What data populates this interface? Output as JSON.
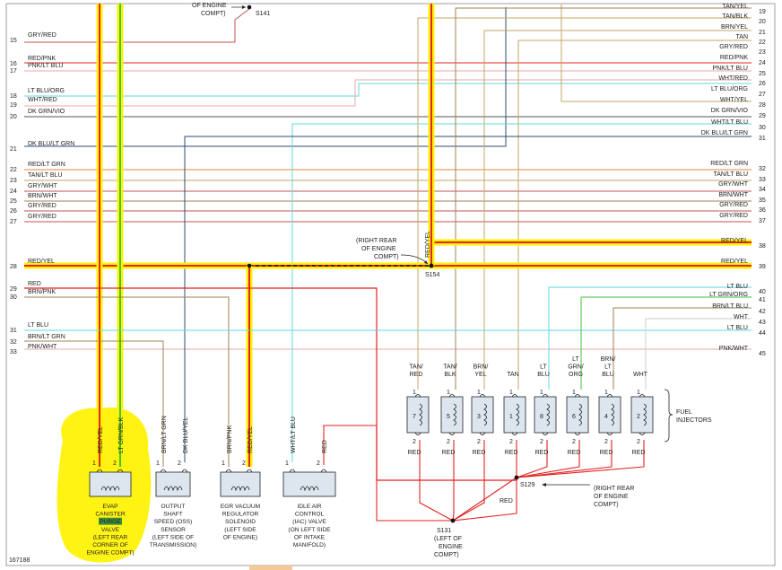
{
  "figure_id": "167188",
  "colors": {
    "RED": "#e32222",
    "YEL": "#f7e400",
    "GRN": "#3cc63c",
    "GRY": "#c05555",
    "BLK": "#1a1a1a",
    "PNK": "#e7a8a8",
    "LTBLU": "#5fd8e6",
    "ORG": "#e68a3a",
    "BRN": "#a08255",
    "TAN": "#c2a766",
    "WHT": "#cccccc",
    "VIO": "#555555",
    "DKBLU": "#2c4c6e",
    "highlight": "#fff200",
    "background": "#ffffff"
  },
  "left_wires": [
    {
      "num": "15",
      "label": "GRY/RED"
    },
    {
      "num": "16",
      "label": "RED/PNK"
    },
    {
      "num": "17",
      "label": "PNK/LT BLU"
    },
    {
      "num": "18",
      "label": "LT BLU/ORG"
    },
    {
      "num": "19",
      "label": "WHT/RED"
    },
    {
      "num": "20",
      "label": "DK GRN/VIO"
    },
    {
      "num": "21",
      "label": "DK BLU/LT GRN"
    },
    {
      "num": "22",
      "label": "RED/LT GRN"
    },
    {
      "num": "23",
      "label": "TAN/LT BLU"
    },
    {
      "num": "24",
      "label": "GRY/WHT"
    },
    {
      "num": "25",
      "label": "BRN/WHT"
    },
    {
      "num": "26",
      "label": "GRY/RED"
    },
    {
      "num": "27",
      "label": "GRY/RED"
    },
    {
      "num": "28",
      "label": "RED/YEL"
    },
    {
      "num": "29",
      "label": "RED"
    },
    {
      "num": "30",
      "label": "BRN/PNK"
    },
    {
      "num": "31",
      "label": "LT BLU"
    },
    {
      "num": "32",
      "label": "BRN/LT GRN"
    },
    {
      "num": "33",
      "label": "PNK/WHT"
    }
  ],
  "right_wires": [
    {
      "num": "19",
      "label": "TAN/YEL"
    },
    {
      "num": "20",
      "label": "TAN/BLK"
    },
    {
      "num": "21",
      "label": "BRN/YEL"
    },
    {
      "num": "22",
      "label": "TAN"
    },
    {
      "num": "23",
      "label": "GRY/RED"
    },
    {
      "num": "24",
      "label": "RED/PNK"
    },
    {
      "num": "25",
      "label": "PNK/LT BLU"
    },
    {
      "num": "26",
      "label": "WHT/RED"
    },
    {
      "num": "27",
      "label": "LT BLU/ORG"
    },
    {
      "num": "28",
      "label": "WHT/YEL"
    },
    {
      "num": "29",
      "label": "DK GRN/VIO"
    },
    {
      "num": "30",
      "label": "WHT/LT BLU"
    },
    {
      "num": "31",
      "label": "DK BLU/LT GRN"
    },
    {
      "num": "32",
      "label": "RED/LT GRN"
    },
    {
      "num": "33",
      "label": "TAN/LT BLU"
    },
    {
      "num": "34",
      "label": "GRY/WHT"
    },
    {
      "num": "35",
      "label": "BRN/WHT"
    },
    {
      "num": "36",
      "label": "GRY/RED"
    },
    {
      "num": "37",
      "label": "GRY/RED"
    },
    {
      "num": "38",
      "label": "RED/YEL"
    },
    {
      "num": "39",
      "label": "RED/YEL"
    },
    {
      "num": "40",
      "label": "LT BLU"
    },
    {
      "num": "41",
      "label": "LT GRN/ORG"
    },
    {
      "num": "42",
      "label": "BRN/LT BLU"
    },
    {
      "num": "43",
      "label": "WHT"
    },
    {
      "num": "44",
      "label": "LT BLU"
    },
    {
      "num": "45",
      "label": "PNK/WHT"
    }
  ],
  "splices": {
    "s141": {
      "label": "S141",
      "note_lines": [
        "OF ENGINE",
        "COMPT)"
      ]
    },
    "s154": {
      "label": "S154",
      "note_lines": [
        "(RIGHT REAR",
        "OF ENGINE",
        "COMPT)"
      ]
    },
    "s129": {
      "label": "S129",
      "note_lines": [
        "(RIGHT REAR",
        "OF ENGINE",
        "COMPT)"
      ]
    },
    "s131": {
      "label": "S131",
      "note_lines": [
        "(LEFT OF",
        "ENGINE",
        "COMPT)"
      ]
    }
  },
  "vertical_labels": {
    "evap_a": "RED/YEL",
    "evap_b": "LT GRN/BLK",
    "oss_a": "BRN/LT GRN",
    "oss_b": "DK BLU/YEL",
    "egr_a": "BRN/PNK",
    "egr_b": "RED/YEL",
    "iac_a": "WHT/LT BLU",
    "iac_b": "RED",
    "s154": "RED/YEL"
  },
  "components": [
    {
      "id": "evap",
      "lines": [
        "EVAP",
        "CANISTER",
        "PURGE",
        "VALVE",
        "(LEFT REAR",
        "CORNER OF",
        "ENGINE COMPT)"
      ]
    },
    {
      "id": "oss",
      "lines": [
        "OUTPUT",
        "SHAFT",
        "SPEED (OSS)",
        "SENSOR",
        "(LEFT SIDE OF",
        "TRANSMISSION)"
      ]
    },
    {
      "id": "egr",
      "lines": [
        "EGR VACUUM",
        "REGULATOR",
        "SOLENOID",
        "(LEFT SIDE",
        "OF ENGINE)"
      ]
    },
    {
      "id": "iac",
      "lines": [
        "IDLE AIR",
        "CONTROL",
        "(IAC) VALVE",
        "(ON LEFT SIDE",
        "OF INTAKE",
        "MANIFOLD)"
      ]
    }
  ],
  "injectors": [
    {
      "num": "7",
      "top": [
        "TAN/",
        "RED"
      ],
      "bottom": "RED"
    },
    {
      "num": "5",
      "top": [
        "TAN/",
        "BLK"
      ],
      "bottom": "RED"
    },
    {
      "num": "3",
      "top": [
        "BRN/",
        "YEL"
      ],
      "bottom": "RED"
    },
    {
      "num": "1",
      "top": [
        "",
        "TAN"
      ],
      "bottom": "RED"
    },
    {
      "num": "8",
      "top": [
        "LT",
        "BLU"
      ],
      "bottom": "RED"
    },
    {
      "num": "6",
      "top": [
        "LT",
        "GRN/",
        "ORG"
      ],
      "bottom": "RED"
    },
    {
      "num": "4",
      "top": [
        "BRN/",
        "LT",
        "BLU"
      ],
      "bottom": "RED"
    },
    {
      "num": "2",
      "top": [
        "",
        "WHT"
      ],
      "bottom": "RED"
    }
  ],
  "fuel_injectors_label": [
    "FUEL",
    "INJECTORS"
  ],
  "pin_labels": {
    "one": "1",
    "two": "2"
  },
  "misc_red": "RED"
}
